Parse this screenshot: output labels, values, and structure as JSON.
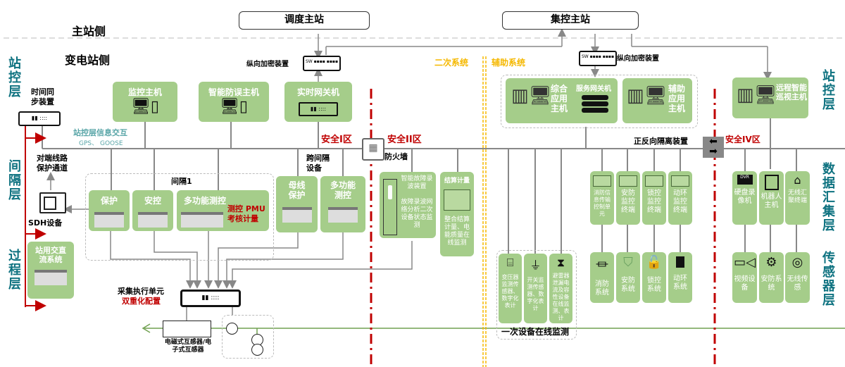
{
  "master": {
    "main_station_side": "主站侧",
    "substation_side": "变电站侧",
    "dispatch_master": "调度主站",
    "central_master": "集控主站",
    "encryption_device_left": "纵向加密装置",
    "encryption_device_right": "纵向加密装置"
  },
  "layers_left": {
    "station_control": "站控层",
    "bay": "间隔层",
    "process": "过程层"
  },
  "layers_right": {
    "station_control": "站控层",
    "data_aggregation": "数据汇集层",
    "sensor": "传感器层"
  },
  "station_level": {
    "time_sync": "时间同步装置",
    "monitor_host": "监控主机",
    "anti_misoperation_host": "智能防误主机",
    "realtime_gateway": "实时网关机",
    "info_exchange": "站控层信息交互",
    "info_protocols": "GPS、 GOOSE"
  },
  "bay_level": {
    "remote_line_channel": "对端线路保护通道",
    "sdh_device": "SDH设备",
    "bay1_label": "间隔1",
    "protection": "保护",
    "safety_control": "安控",
    "multi_measure": "多功能测控",
    "pmu_note_line1": "测控 PMU",
    "pmu_note_line2": "考核计量",
    "cross_bay": "跨间隔设备",
    "bus_protection": "母线保护",
    "multi_measure2": "多功能测控",
    "station_acdc": "站用交直流系统"
  },
  "process_level": {
    "merging_unit": "采集执行单元",
    "redundant": "双重化配置",
    "transformer_label": "电磁式互感器/电子式互感器"
  },
  "zones": {
    "zone1": "安全I区",
    "zone2": "安全II区",
    "zone4": "安全IV区",
    "firewall": "防火墙",
    "isolation": "正反向隔离装置",
    "secondary_system": "二次系统",
    "auxiliary_system": "辅助系统"
  },
  "zone2_devices": {
    "fault_recorder_title": "智能故障录波装置",
    "fault_recorder_desc": "故障录波网络分析二次设备状态监测",
    "metering_title": "结算计量",
    "metering_desc": "整合结算计量、电能质量在线监测"
  },
  "auxiliary": {
    "integrated_host": "综合应用主机",
    "service_gateway": "服务网关机",
    "aux_host": "辅助应用主机",
    "terminals": [
      "消防信息传输控制单元",
      "安防监控终端",
      "锁控监控终端",
      "动环监控终端"
    ],
    "systems": [
      "消防系统",
      "安防系统",
      "锁控系统",
      "动环系统"
    ],
    "primary_monitors": [
      "变压器监测传感器、数字化表计",
      "开关监测传感器、数字化表计",
      "避雷器泄漏电流及容性设备在线监测、表计"
    ],
    "primary_label": "一次设备在线监测"
  },
  "zone4_devices": {
    "remote_patrol_host": "远程智能巡视主机",
    "aggregators": [
      "硬盘录像机",
      "机器人主机",
      "无线汇聚终端"
    ],
    "sensors": [
      "视频设备",
      "安防系统",
      "无线传感"
    ]
  },
  "colors": {
    "green_box": "#a5cd8a",
    "teal_text": "#0e7280",
    "red_text": "#c00000",
    "yellow_text": "#f5b800",
    "wire": "#888888"
  }
}
